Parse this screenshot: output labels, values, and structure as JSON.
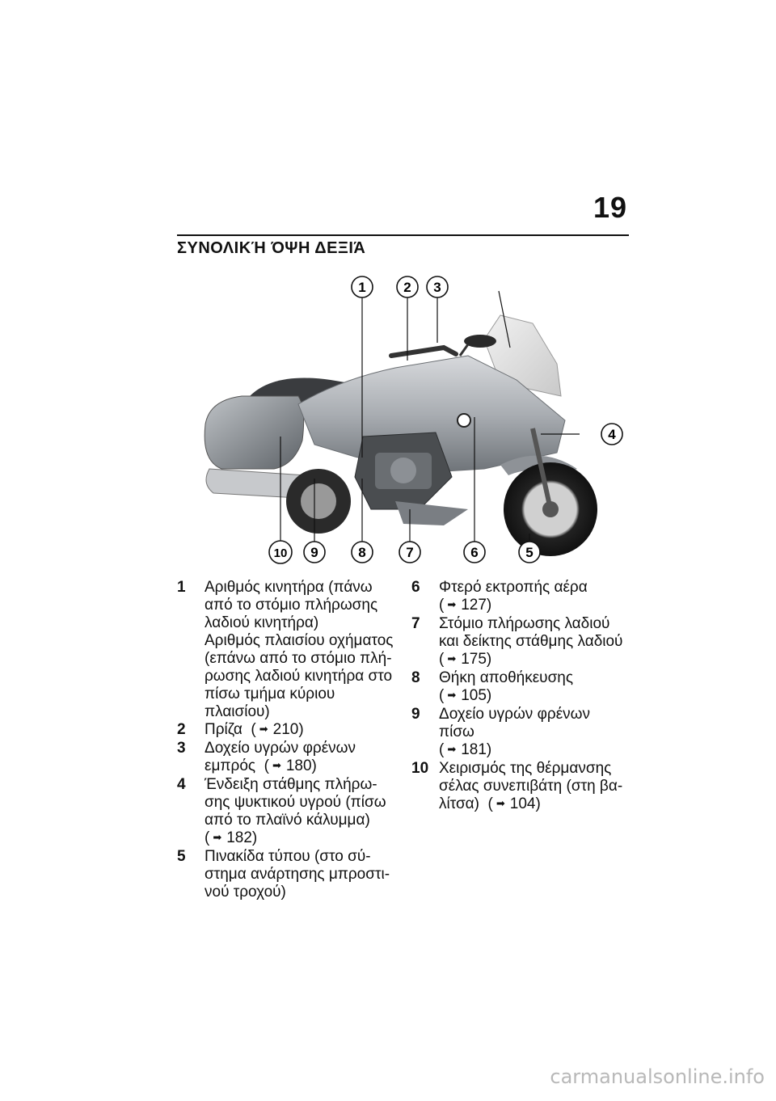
{
  "page": {
    "number": "19",
    "title": "ΣΥΝΟΛΙΚΉ ΌΨΗ ΔΕΞΙΆ",
    "watermark": "carmanualsonline.info"
  },
  "figure": {
    "callouts": [
      "1",
      "2",
      "3",
      "4",
      "5",
      "6",
      "7",
      "8",
      "9",
      "10"
    ]
  },
  "items_left": [
    {
      "num": "1",
      "lines": [
        "Αριθμός κινητήρα (πάνω",
        "από το στόμιο πλήρωσης",
        "λαδιού κινητήρα)",
        "Αριθμός πλαισίου οχήματος",
        "(επάνω από το στόμιο πλή-",
        "ρωσης λαδιού κινητήρα στο",
        "πίσω τμήμα κύριου πλαισίου)"
      ]
    },
    {
      "num": "2",
      "lines": [
        "Πρίζα"
      ],
      "ref": "210)"
    },
    {
      "num": "3",
      "lines": [
        "Δοχείο υγρών φρένων",
        "εμπρός"
      ],
      "ref": "180)"
    },
    {
      "num": "4",
      "lines": [
        "Ένδειξη στάθμης πλήρω-",
        "σης ψυκτικού υγρού (πίσω",
        "από το πλαϊνό κάλυμμα)"
      ],
      "ref_line": "182)"
    },
    {
      "num": "5",
      "lines": [
        "Πινακίδα τύπου (στο σύ-",
        "στημα ανάρτησης μπροστι-",
        "νού τροχού)"
      ]
    }
  ],
  "items_right": [
    {
      "num": "6",
      "lines": [
        "Φτερό εκτροπής αέρα"
      ],
      "ref_line": "127)"
    },
    {
      "num": "7",
      "lines": [
        "Στόμιο πλήρωσης λαδιού",
        "και δείκτης στάθμης λαδιού"
      ],
      "ref_line": "175)"
    },
    {
      "num": "8",
      "lines": [
        "Θήκη αποθήκευσης"
      ],
      "ref_line": "105)"
    },
    {
      "num": "9",
      "lines": [
        "Δοχείο υγρών φρένων πίσω"
      ],
      "ref_line": "181)"
    },
    {
      "num": "10",
      "lines": [
        "Χειρισμός της θέρμανσης",
        "σέλας συνεπιβάτη (στη βα-",
        "λίτσα)"
      ],
      "ref": "104)"
    }
  ]
}
